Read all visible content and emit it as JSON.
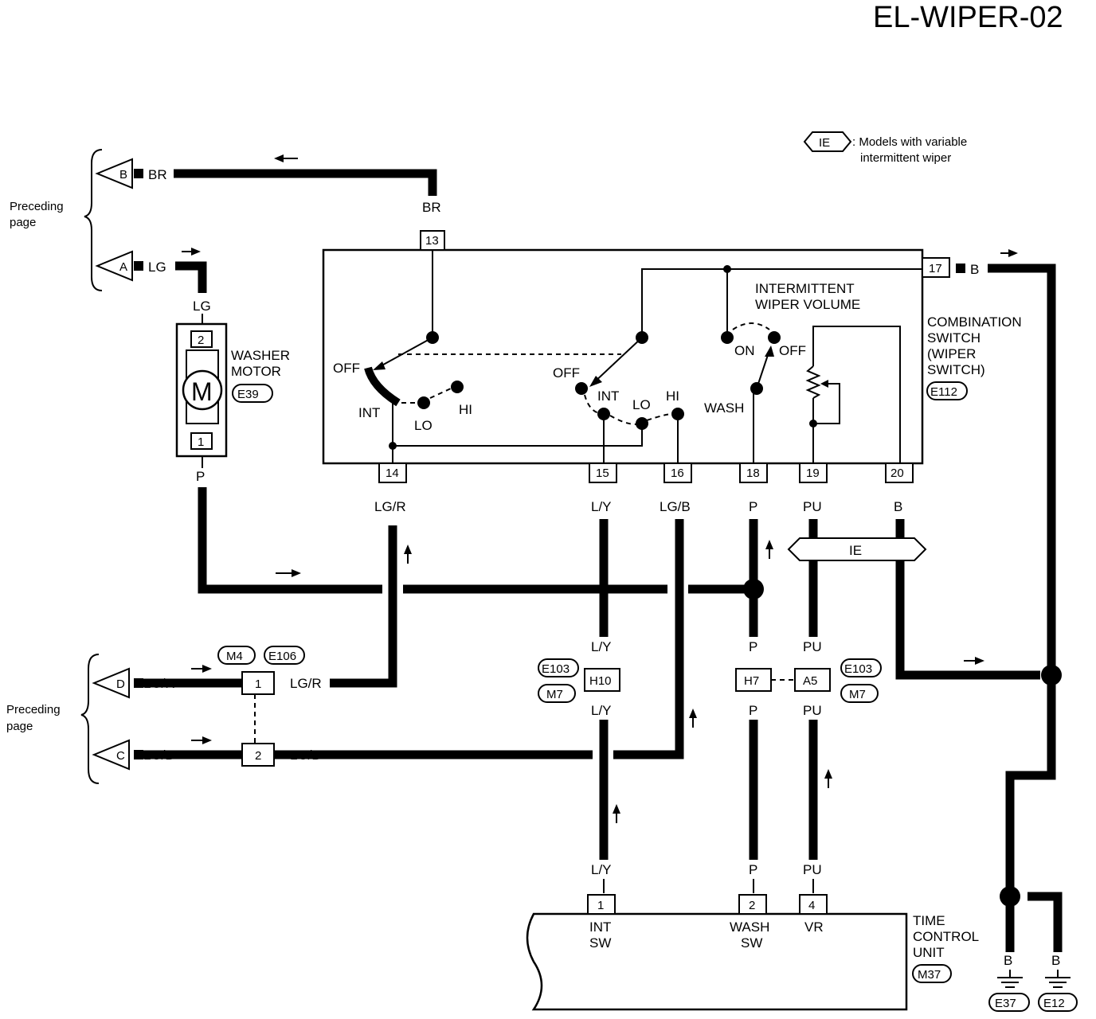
{
  "title": "EL-WIPER-02",
  "legend": {
    "badge": "IE",
    "line1": ": Models with variable",
    "line2": "intermittent wiper"
  },
  "preceding_page_label": [
    "Preceding",
    "page"
  ],
  "terminals": {
    "A": "A",
    "B": "B",
    "C": "C",
    "D": "D"
  },
  "wire_colors": {
    "br": "BR",
    "lg": "LG",
    "p": "P",
    "lgr": "LG/R",
    "ly": "L/Y",
    "lgb": "LG/B",
    "pu": "PU",
    "b": "B"
  },
  "washer_motor": {
    "name_line1": "WASHER",
    "name_line2": "MOTOR",
    "code": "E39",
    "symbol": "M",
    "pin_top": "2",
    "pin_bottom": "1"
  },
  "combination_switch": {
    "name": [
      "COMBINATION",
      "SWITCH",
      "(WIPER",
      "SWITCH)"
    ],
    "code": "E112",
    "pins": {
      "p13": "13",
      "p14": "14",
      "p15": "15",
      "p16": "16",
      "p17": "17",
      "p18": "18",
      "p19": "19",
      "p20": "20"
    },
    "labels": {
      "off1": "OFF",
      "int1": "INT",
      "lo1": "LO",
      "hi1": "HI",
      "off2": "OFF",
      "int2": "INT",
      "lo2": "LO",
      "hi2": "HI",
      "on": "ON",
      "off3": "OFF",
      "wash": "WASH",
      "volume1": "INTERMITTENT",
      "volume2": "WIPER VOLUME"
    }
  },
  "ie_bar": "IE",
  "connectors": {
    "m4": "M4",
    "e106": "E106",
    "pin1": "1",
    "pin2": "2",
    "e103a": "E103",
    "m7a": "M7",
    "h10": "H10",
    "h7": "H7",
    "a5": "A5",
    "e103b": "E103",
    "m7b": "M7"
  },
  "time_control_unit": {
    "name": [
      "TIME",
      "CONTROL",
      "UNIT"
    ],
    "code": "M37",
    "pins": {
      "p1": "1",
      "p2": "2",
      "p4": "4"
    },
    "pin_labels": {
      "int_sw": [
        "INT",
        "SW"
      ],
      "wash_sw": [
        "WASH",
        "SW"
      ],
      "vr": "VR"
    }
  },
  "grounds": {
    "e37": "E37",
    "e12": "E12"
  }
}
